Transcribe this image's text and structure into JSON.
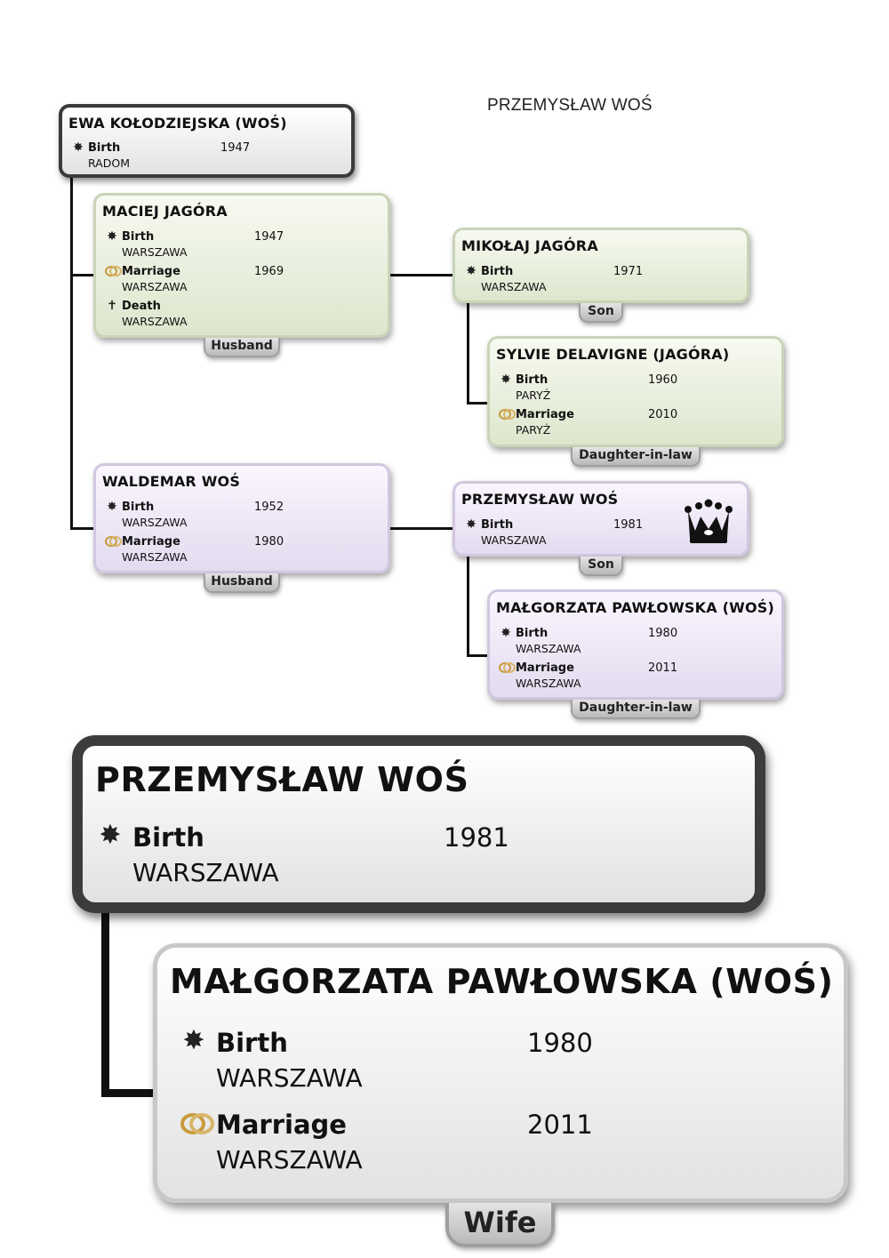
{
  "header": {
    "title": "PRZEMYSŁAW WOŚ"
  },
  "people": {
    "ewa": {
      "name": "EWA KOŁODZIEJSKA (WOŚ)",
      "events": [
        {
          "icon": "birth-icon",
          "label": "Birth",
          "year": "1947",
          "place": "RADOM"
        }
      ]
    },
    "maciej": {
      "name": "MACIEJ JAGÓRA",
      "relation": "Husband",
      "events": [
        {
          "icon": "birth-icon",
          "label": "Birth",
          "year": "1947",
          "place": "WARSZAWA"
        },
        {
          "icon": "rings-icon",
          "label": "Marriage",
          "year": "1969",
          "place": "WARSZAWA"
        },
        {
          "icon": "cross-icon",
          "label": "Death",
          "year": "",
          "place": "WARSZAWA"
        }
      ]
    },
    "mikolaj": {
      "name": "MIKOŁAJ JAGÓRA",
      "relation": "Son",
      "events": [
        {
          "icon": "birth-icon",
          "label": "Birth",
          "year": "1971",
          "place": "WARSZAWA"
        }
      ]
    },
    "sylvie": {
      "name": "SYLVIE DELAVIGNE (JAGÓRA)",
      "relation": "Daughter-in-law",
      "events": [
        {
          "icon": "birth-icon",
          "label": "Birth",
          "year": "1960",
          "place": "PARYŻ"
        },
        {
          "icon": "rings-icon",
          "label": "Marriage",
          "year": "2010",
          "place": "PARYŻ"
        }
      ]
    },
    "waldemar": {
      "name": "WALDEMAR WOŚ",
      "relation": "Husband",
      "events": [
        {
          "icon": "birth-icon",
          "label": "Birth",
          "year": "1952",
          "place": "WARSZAWA"
        },
        {
          "icon": "rings-icon",
          "label": "Marriage",
          "year": "1980",
          "place": "WARSZAWA"
        }
      ]
    },
    "przemyslaw": {
      "name": "PRZEMYSŁAW WOŚ",
      "relation": "Son",
      "events": [
        {
          "icon": "birth-icon",
          "label": "Birth",
          "year": "1981",
          "place": "WARSZAWA"
        }
      ]
    },
    "malgorzata": {
      "name": "MAŁGORZATA PAWŁOWSKA (WOŚ)",
      "relation": "Daughter-in-law",
      "events": [
        {
          "icon": "birth-icon",
          "label": "Birth",
          "year": "1980",
          "place": "WARSZAWA"
        },
        {
          "icon": "rings-icon",
          "label": "Marriage",
          "year": "2011",
          "place": "WARSZAWA"
        }
      ]
    }
  },
  "focus": {
    "main": {
      "name": "PRZEMYSŁAW WOŚ",
      "events": [
        {
          "icon": "birth-icon",
          "label": "Birth",
          "year": "1981",
          "place": "WARSZAWA"
        }
      ]
    },
    "spouse": {
      "name": "MAŁGORZATA PAWŁOWSKA (WOŚ)",
      "relation": "Wife",
      "events": [
        {
          "icon": "birth-icon",
          "label": "Birth",
          "year": "1980",
          "place": "WARSZAWA"
        },
        {
          "icon": "rings-icon",
          "label": "Marriage",
          "year": "2011",
          "place": "WARSZAWA"
        }
      ]
    }
  }
}
